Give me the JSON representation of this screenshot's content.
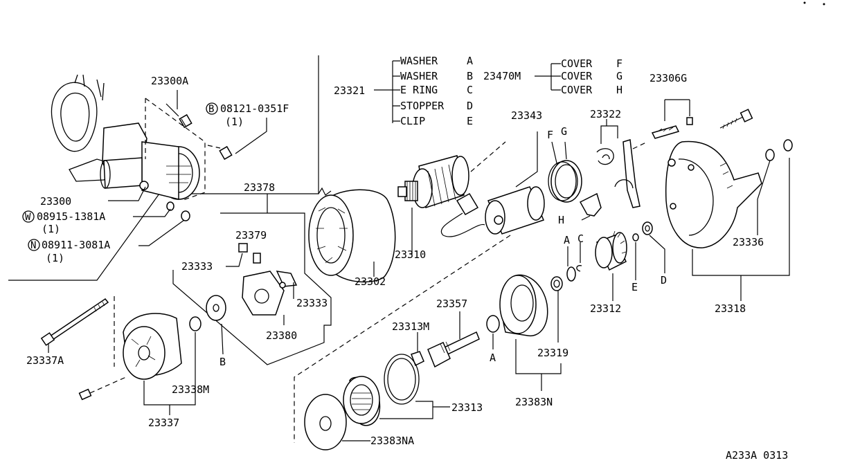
{
  "parts": {
    "p23300A": "23300A",
    "p08121": "08121-0351F",
    "p08121_qty": "(1)",
    "p23300": "23300",
    "p08915": "08915-1381A",
    "p08915_qty": "(1)",
    "p08911": "08911-3081A",
    "p08911_qty": "(1)",
    "p23378": "23378",
    "p23379": "23379",
    "p23333a": "23333",
    "p23333b": "23333",
    "p23380": "23380",
    "p23302": "23302",
    "p23310": "23310",
    "p23343": "23343",
    "p23321": "23321",
    "p23470M": "23470M",
    "p23322": "23322",
    "p23306G": "23306G",
    "p23336": "23336",
    "p23318": "23318",
    "p23312": "23312",
    "p23319": "23319",
    "p23357": "23357",
    "p23313M": "23313M",
    "p23313": "23313",
    "p23383N": "23383N",
    "p23383NA": "23383NA",
    "p23337A": "23337A",
    "p23338M": "23338M",
    "p23337": "23337"
  },
  "badges": {
    "b": "B",
    "w": "W",
    "n": "N"
  },
  "legend_23321": [
    {
      "name": "WASHER",
      "code": "A"
    },
    {
      "name": "WASHER",
      "code": "B"
    },
    {
      "name": "E RING",
      "code": "C"
    },
    {
      "name": "STOPPER",
      "code": "D"
    },
    {
      "name": "CLIP",
      "code": "E"
    }
  ],
  "legend_23470M": [
    {
      "name": "COVER",
      "code": "F"
    },
    {
      "name": "COVER",
      "code": "G"
    },
    {
      "name": "COVER",
      "code": "H"
    }
  ],
  "letters": {
    "A1": "A",
    "A2": "A",
    "B1": "B",
    "C1": "C",
    "D1": "D",
    "E1": "E",
    "F1": "F",
    "G1": "G",
    "H1": "H"
  },
  "diagram_code": "A233A 0313"
}
